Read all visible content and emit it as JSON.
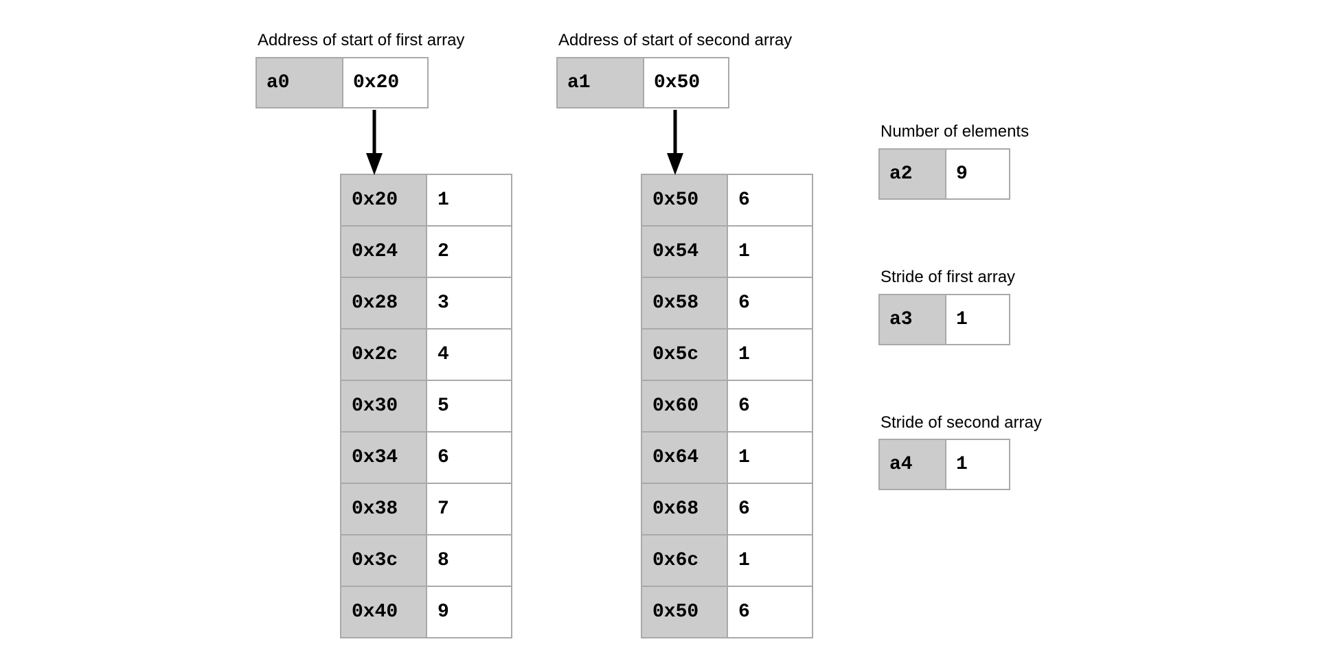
{
  "registers": {
    "a0": {
      "caption": "Address of start of first array",
      "name": "a0",
      "value": "0x20"
    },
    "a1": {
      "caption": "Address of start of second array",
      "name": "a1",
      "value": "0x50"
    },
    "a2": {
      "caption": "Number of elements",
      "name": "a2",
      "value": "9"
    },
    "a3": {
      "caption": "Stride of first array",
      "name": "a3",
      "value": "1"
    },
    "a4": {
      "caption": "Stride of second array",
      "name": "a4",
      "value": "1"
    }
  },
  "first_array": [
    {
      "address": "0x20",
      "value": "1"
    },
    {
      "address": "0x24",
      "value": "2"
    },
    {
      "address": "0x28",
      "value": "3"
    },
    {
      "address": "0x2c",
      "value": "4"
    },
    {
      "address": "0x30",
      "value": "5"
    },
    {
      "address": "0x34",
      "value": "6"
    },
    {
      "address": "0x38",
      "value": "7"
    },
    {
      "address": "0x3c",
      "value": "8"
    },
    {
      "address": "0x40",
      "value": "9"
    }
  ],
  "second_array": [
    {
      "address": "0x50",
      "value": "6"
    },
    {
      "address": "0x54",
      "value": "1"
    },
    {
      "address": "0x58",
      "value": "6"
    },
    {
      "address": "0x5c",
      "value": "1"
    },
    {
      "address": "0x60",
      "value": "6"
    },
    {
      "address": "0x64",
      "value": "1"
    },
    {
      "address": "0x68",
      "value": "6"
    },
    {
      "address": "0x6c",
      "value": "1"
    },
    {
      "address": "0x50",
      "value": "6"
    }
  ],
  "colors": {
    "register_name_fill": "#cccccc",
    "cell_fill": "#ffffff",
    "border": "#a9a9a9",
    "arrow": "#000000"
  }
}
